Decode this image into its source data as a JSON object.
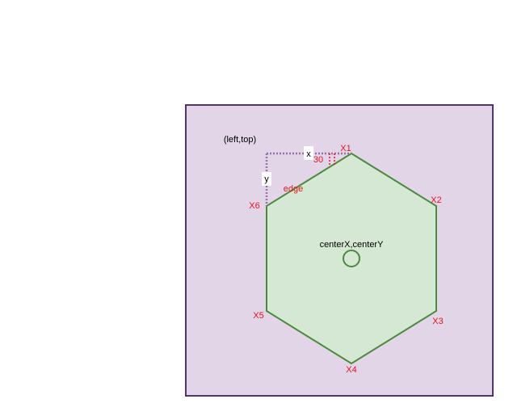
{
  "diagram": {
    "corner_label": "(left,top)",
    "center_label": "centerX,centerY",
    "x_label": "x",
    "y_label": "y",
    "angle_label": "30",
    "edge_label": "edge",
    "vertices": {
      "x1": "X1",
      "x2": "X2",
      "x3": "X3",
      "x4": "X4",
      "x5": "X5",
      "x6": "X6"
    }
  },
  "colors": {
    "frame_fill": "#e1d5e7",
    "frame_stroke": "#56336b",
    "hexagon_fill": "#d5e8d4",
    "hexagon_stroke": "#4b8a3e",
    "guide_stroke": "#9673a6",
    "red": "#e8141e",
    "text": "#000000",
    "label_bg": "#ffffff"
  }
}
